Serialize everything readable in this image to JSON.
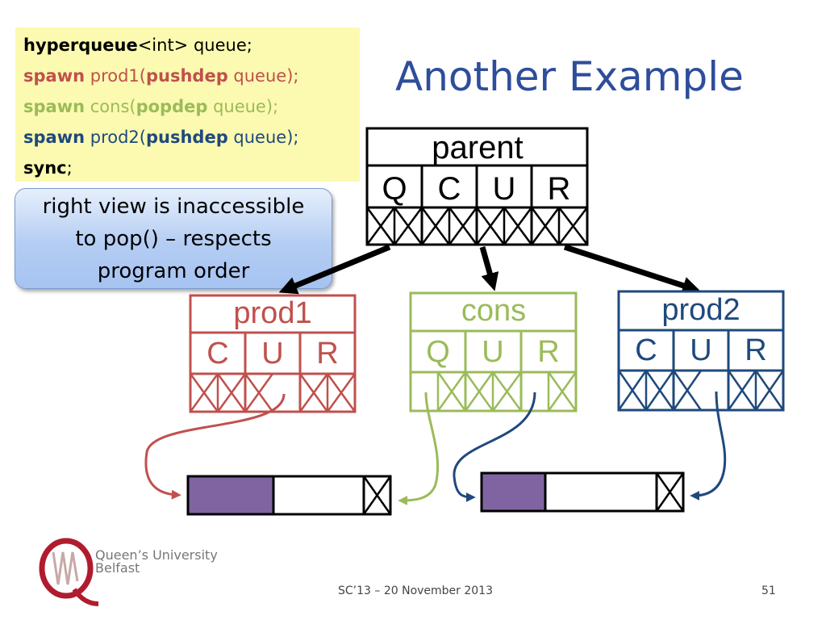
{
  "code": {
    "line1": {
      "kw": "hyperqueue",
      "rest": "<int> queue;"
    },
    "line2": {
      "kw": "spawn",
      "pre": " prod1(",
      "kw2": "pushdep",
      "post": " queue);"
    },
    "line3": {
      "kw": "spawn",
      "pre": " cons(",
      "kw2": "popdep",
      "post": " queue);"
    },
    "line4": {
      "kw": "spawn",
      "pre": " prod2(",
      "kw2": "pushdep",
      "post": " queue);"
    },
    "line5": {
      "kw": "sync",
      "rest": ";"
    }
  },
  "title": "Another Example",
  "note": [
    "right view is inaccessible",
    "to pop() – respects",
    "program order"
  ],
  "nodes": {
    "parent": {
      "name": "parent",
      "cols": [
        "Q",
        "C",
        "U",
        "R"
      ]
    },
    "prod1": {
      "name": "prod1",
      "cols": [
        "C",
        "U",
        "R"
      ]
    },
    "cons": {
      "name": "cons",
      "cols": [
        "Q",
        "U",
        "R"
      ]
    },
    "prod2": {
      "name": "prod2",
      "cols": [
        "C",
        "U",
        "R"
      ]
    }
  },
  "colors": {
    "title": "#2e4d9b",
    "prod1": "#c0504d",
    "cons": "#9bbb59",
    "prod2": "#1f497d",
    "code_bg": "#fbfab0",
    "segment_fill": "#8064a2"
  },
  "logo": {
    "line1": "Queen’s University",
    "line2": "Belfast"
  },
  "footer": {
    "event": "SC’13 – 20 November 2013",
    "page": "51"
  }
}
